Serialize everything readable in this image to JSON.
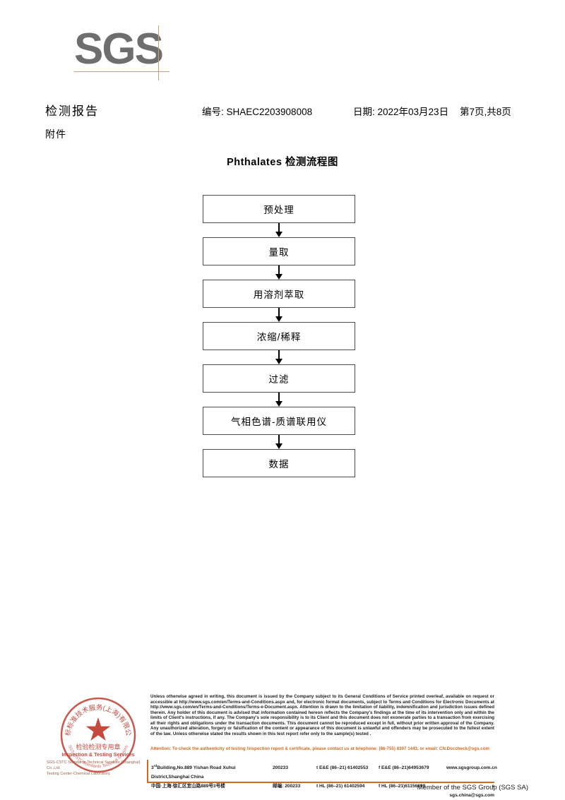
{
  "logo": {
    "text": "SGS"
  },
  "header": {
    "title": "检测报告",
    "attachment_label": "附件",
    "report_no": "编号: SHAEC2203908008",
    "date": "日期: 2022年03月23日",
    "page": "第7页,共8页"
  },
  "flowchart": {
    "title": "Phthalates 检测流程图",
    "nodes": [
      {
        "label": "预处理"
      },
      {
        "label": "量取"
      },
      {
        "label": "用溶剂萃取"
      },
      {
        "label": "浓缩/稀释"
      },
      {
        "label": "过滤"
      },
      {
        "label": "气相色谱-质谱联用仪"
      },
      {
        "label": "数据"
      }
    ]
  },
  "stamp": {
    "outer_text_cn": "通标标准技术服务(上海)有限公司",
    "line_cn": "检验检测专用章",
    "line_en": "Inspection & Testing Services",
    "caption_line1": "SGS-CSTC Standards Technical Services (Shanghai) Co.,Ltd.",
    "caption_line2": "Testing Center-Chemical Laboratory.",
    "color": "#c0392b"
  },
  "footer": {
    "legal": "Unless otherwise agreed in writing, this document is issued by the Company subject to its General Conditions of Service printed overleaf, available on request or accessible at http://www.sgs.com/en/Terms-and-Conditions.aspx and, for electronic format documents, subject to Terms and Conditions for Electronic Documents at http://www.sgs.com/en/Terms-and-Conditions/Terms-e-Document.aspx. Attention is drawn to the limitation of liability, indemnification and jurisdiction issues defined therein. Any holder of this document is advised that information contained hereon reflects the Company's findings at the time of its intervention only and within the limits of Client's instructions, if any. The Company's sole responsibility is to its Client and this document does not exonerate parties to a transaction from exercising all their rights and obligations under the transaction documents. This document cannot be reproduced except in full, without prior written approval of the Company. Any unauthorized alteration, forgery or falsification of the content or appearance of this document is unlawful and offenders may be prosecuted to the fullest extent of the law. Unless otherwise stated the results shown in this test report refer only to the sample(s) tested .",
    "attention": "Attention: To check the authenticity of testing /inspection report & certificate, please contact us at telephone: (86-755) 8307 1443, or email: CN.Doccheck@sgs.com",
    "attention_color": "#d2691e",
    "address_en": "Building,No.889 Yishan Road Xuhui District,Shanghai China",
    "address_en_prefix": "3",
    "address_en_sup": "rd",
    "address_cn": "中国·上海·徐汇区宜山路889号3号楼",
    "zip_en": "200233",
    "zip_cn_label": "邮编:",
    "zip_cn": "200233",
    "tel_ee": "t E&E (86–21) 61402553",
    "fax_ee": "f E&E (86–21)64953679",
    "tel_hl": "t HL (86–21) 61402594",
    "fax_hl": "f HL (86–21)61156899",
    "website": "www.sgsgroup.com.cn",
    "email": "e  sgs.china@sgs.com",
    "member": "Member of the SGS Group (SGS SA)"
  }
}
